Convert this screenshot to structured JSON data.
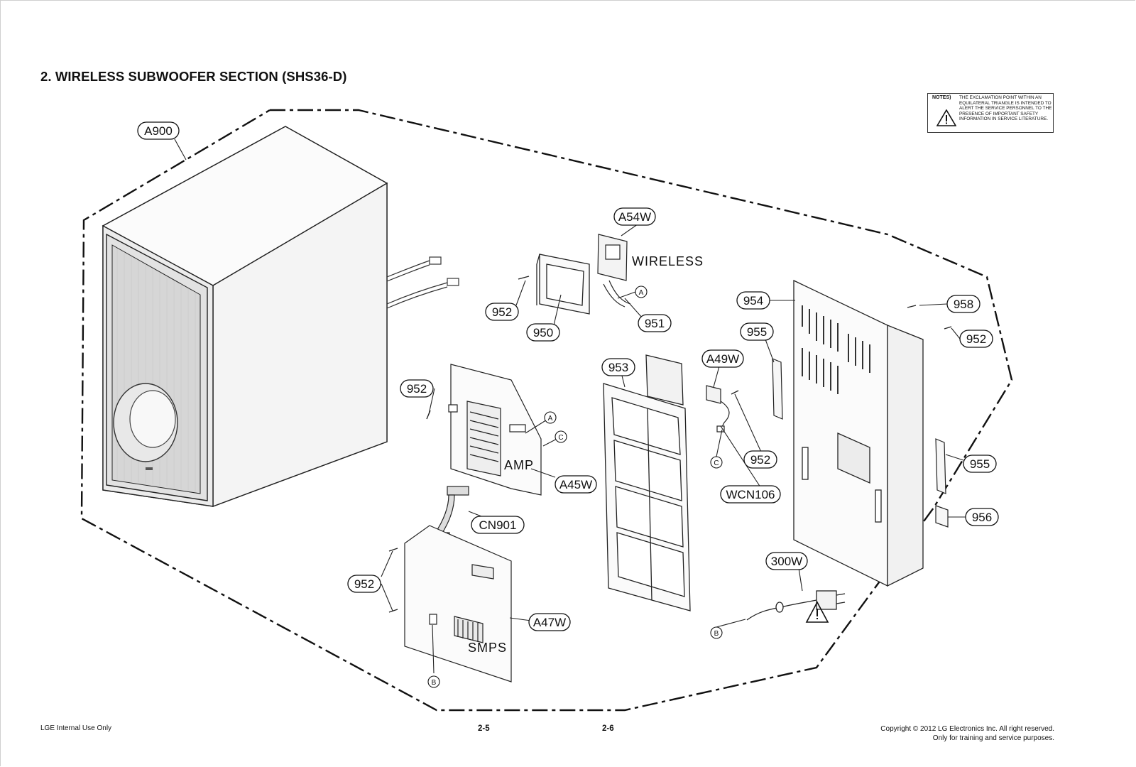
{
  "title": "2. WIRELESS SUBWOOFER SECTION (SHS36-D)",
  "notes": {
    "label": "NOTES)",
    "text": "THE EXCLAMATION POINT WITHIN AN EQUILATERAL TRIANGLE IS INTENDED TO ALERT THE SERVICE PERSONNEL TO THE PRESENCE OF IMPORTANT SAFETY INFORMATION IN SERVICE LITERATURE."
  },
  "labels": {
    "wireless": "WIRELESS",
    "amp": "AMP",
    "smps": "SMPS"
  },
  "callouts": {
    "a900": "A900",
    "a54w": "A54W",
    "p952_top": "952",
    "p950": "950",
    "p951": "951",
    "p954": "954",
    "p958": "958",
    "p952_right": "952",
    "p955_top": "955",
    "a49w": "A49W",
    "p953": "953",
    "p952_amp": "952",
    "a45w": "A45W",
    "p952_mid": "952",
    "wcn106": "WCN106",
    "p955_mid": "955",
    "p956": "956",
    "cn901": "CN901",
    "p300w": "300W",
    "p952_bottom": "952",
    "a47w": "A47W"
  },
  "connectors": {
    "a": "A",
    "c": "C",
    "b": "B"
  },
  "footer": {
    "left": "LGE Internal Use Only",
    "page_left": "2-5",
    "page_right": "2-6",
    "copyright": "Copyright © 2012 LG Electronics Inc. All right reserved.",
    "training": "Only for training and service purposes."
  }
}
